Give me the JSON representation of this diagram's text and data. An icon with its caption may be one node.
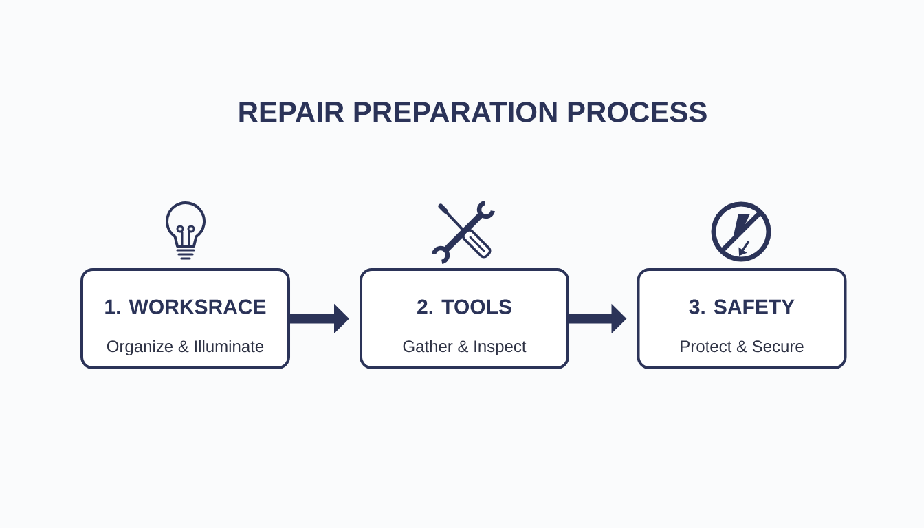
{
  "diagram": {
    "title": "REPAIR PREPARATION PROCESS",
    "nodes": [
      {
        "text": [
          "1. WORKSRACE",
          "Organize & Illuminate"
        ]
      },
      {
        "text": [
          "2. TOOLS",
          "Gather & Inspect"
        ]
      },
      {
        "text": [
          "3. SAFETY",
          "Protect & Secure"
        ]
      }
    ],
    "edges": [
      {
        "from": 0,
        "to": 1,
        "arrow": "to"
      },
      {
        "from": 1,
        "to": 2,
        "arrow": "to"
      }
    ]
  }
}
